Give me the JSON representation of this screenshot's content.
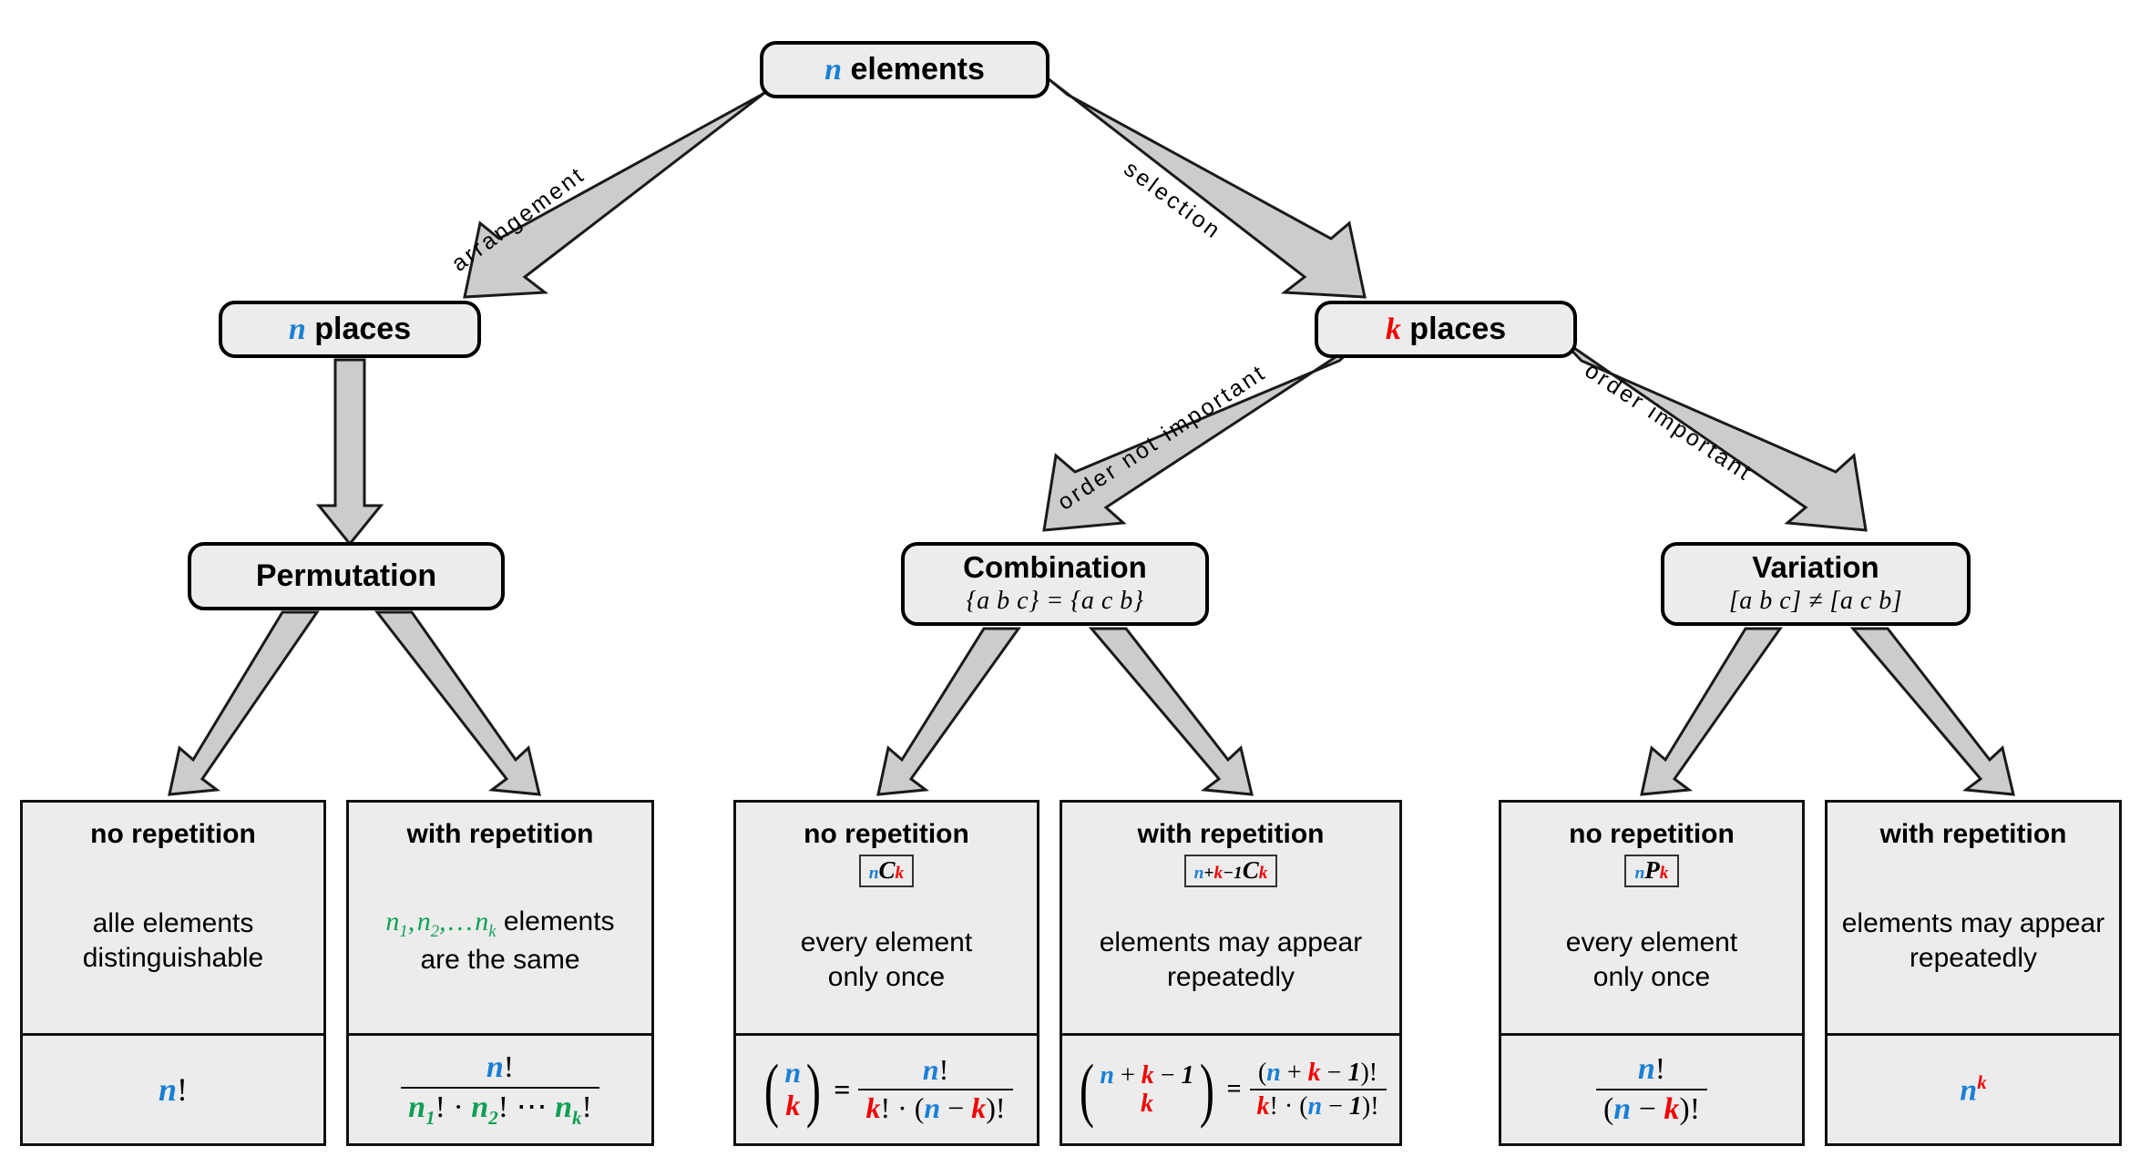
{
  "diagram": {
    "title": "Combinatorics decision tree",
    "colors": {
      "n": "#1a7fd4",
      "k": "#f40000",
      "group": "#0e9f55",
      "node_fill": "#ececec",
      "arrow_fill": "#cccccc"
    }
  },
  "nodes": {
    "root": {
      "var": "n",
      "label": "elements"
    },
    "n_places": {
      "var": "n",
      "label": "places"
    },
    "k_places": {
      "var": "k",
      "label": "places"
    },
    "permutation": {
      "title": "Permutation",
      "example": ""
    },
    "combination": {
      "title": "Combination",
      "example": "{a b c} = {a c b}"
    },
    "variation": {
      "title": "Variation",
      "example": "[a b c] ≠ [a c b]"
    }
  },
  "edges": {
    "arrangement": "arrangement",
    "selection": "selection",
    "order_not_important": "order not important",
    "order_important": "order important"
  },
  "leaves": [
    {
      "id": "permutation-no-repetition",
      "header": "no repetition",
      "notation": "",
      "description": "alle elements\ndistinguishable",
      "formula_text": "n!"
    },
    {
      "id": "permutation-with-repetition",
      "header": "with repetition",
      "notation": "",
      "description": "n1, n2, ... nk elements\nare the same",
      "formula_text": "n! / (n1! · n2! ··· nk!)"
    },
    {
      "id": "combination-no-repetition",
      "header": "no repetition",
      "notation": "nCk",
      "description": "every element\nonly once",
      "formula_text": "(n over k) = n! / (k! · (n − k)!)"
    },
    {
      "id": "combination-with-repetition",
      "header": "with repetition",
      "notation": "n+k−1Ck",
      "description": "elements may appear\nrepeatedly",
      "formula_text": "(n + k − 1 over k) = (n + k − 1)! / (k! · (n − 1)!)"
    },
    {
      "id": "variation-no-repetition",
      "header": "no repetition",
      "notation": "nPk",
      "description": "every element\nonly once",
      "formula_text": "n! / (n − k)!"
    },
    {
      "id": "variation-with-repetition",
      "header": "with repetition",
      "notation": "",
      "description": "elements may appear\nrepeatedly",
      "formula_text": "n^k"
    }
  ],
  "text": {
    "no_repetition": "no repetition",
    "with_repetition": "with repetition",
    "alle_elements": "alle elements",
    "distinguishable": "distinguishable",
    "are_the_same": "are the same",
    "elements_word": "elements",
    "every_element": "every element",
    "only_once": "only once",
    "elements_may_appear": "elements may appear",
    "repeatedly": "repeatedly"
  }
}
